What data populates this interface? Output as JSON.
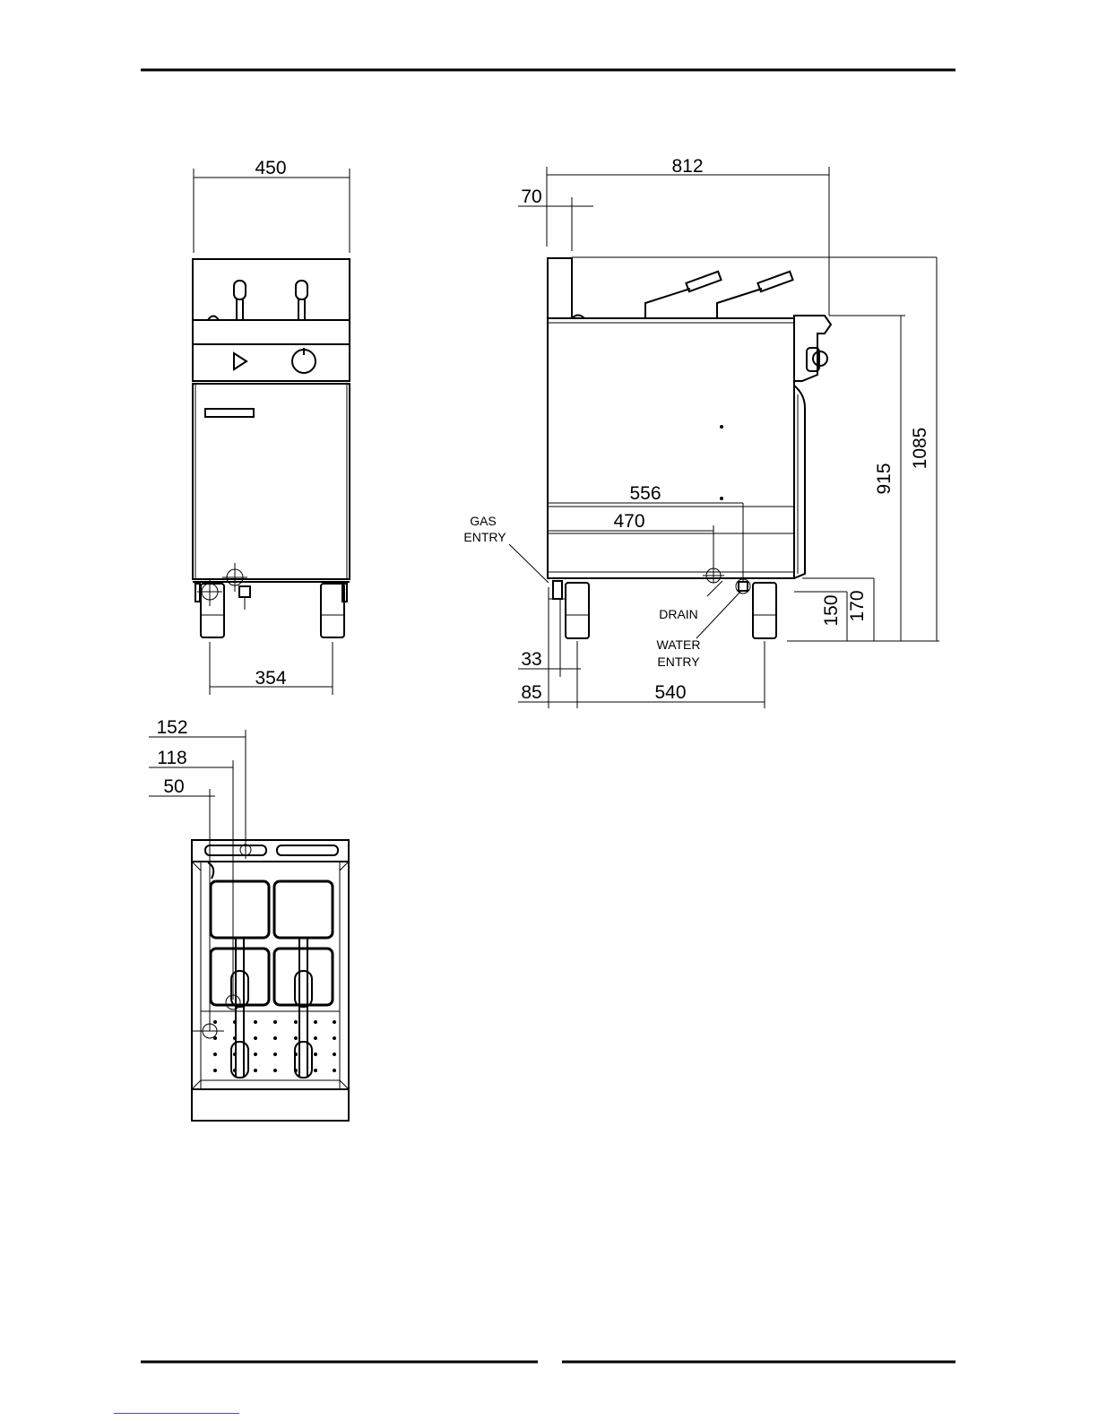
{
  "dimensions": {
    "front_width": "450",
    "front_leg_span": "354",
    "side_depth": "812",
    "side_backsplash": "70",
    "side_height_total": "1085",
    "side_height_worktop": "915",
    "side_gas_offset": "556",
    "side_drain_offset": "470",
    "side_height_150": "150",
    "side_height_170": "170",
    "side_leg_33": "33",
    "side_leg_85": "85",
    "side_leg_span": "540",
    "plan_152": "152",
    "plan_118": "118",
    "plan_50": "50"
  },
  "labels": {
    "gas_entry_1": "GAS",
    "gas_entry_2": "ENTRY",
    "drain": "DRAIN",
    "water_entry_1": "WATER",
    "water_entry_2": "ENTRY"
  }
}
